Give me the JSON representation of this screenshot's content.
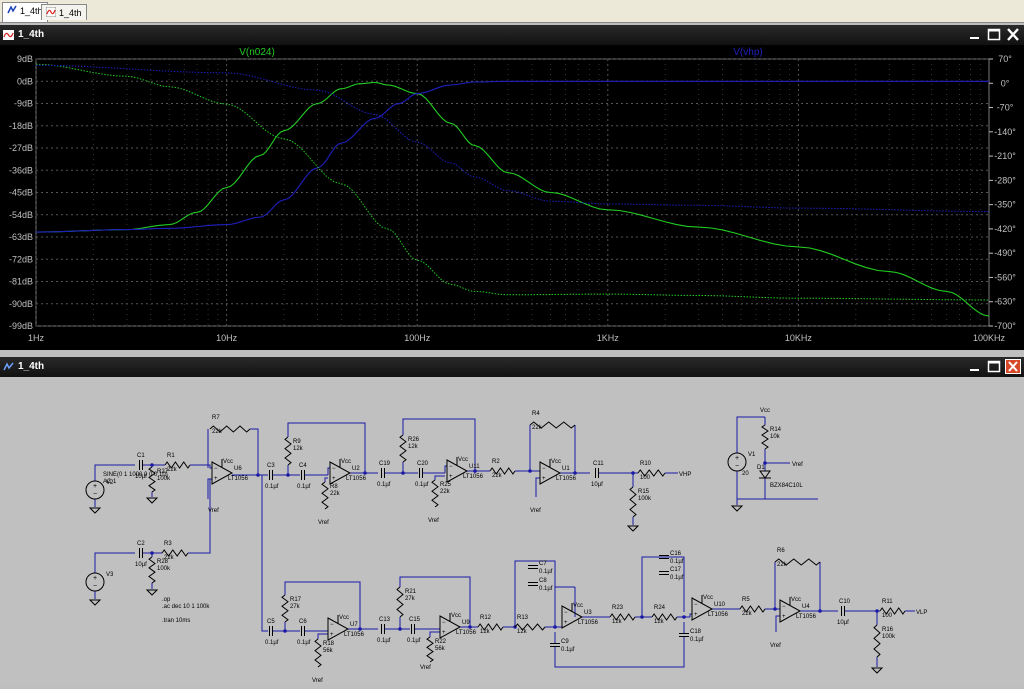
{
  "tabs": [
    {
      "label": "1_4th",
      "kind": "schematic"
    },
    {
      "label": "1_4th",
      "kind": "waveform"
    }
  ],
  "waveform_window": {
    "title": "1_4th",
    "trace_green_label": "V(n024)",
    "trace_blue_label": "V(vhp)",
    "colors": {
      "green": "#22cc22",
      "blue": "#1f1fbf",
      "background": "#000000",
      "grid": "#555555",
      "axis_text": "#c0c0c0"
    }
  },
  "schematic_window": {
    "title": "1_4th",
    "labels": {
      "R7": "R7",
      "R7v": "22k",
      "C1": "C1",
      "C1v": "10µf",
      "R1": "R1",
      "R1v": "22k",
      "V2": "V2",
      "V2a": "SINE(0 1 1000 0 0 0 10)",
      "V2b": "AC 1",
      "R27": "R27",
      "R27v": "100k",
      "U6": "U6",
      "U6m": "LT1056",
      "C2": "C2",
      "C2v": "10µf",
      "R3": "R3",
      "R3v": "22k",
      "V3": "V3",
      "R28": "R28",
      "R28v": "100k",
      "op": ".op",
      "ac": ".ac dec 10 1 100k",
      "tran": ".tran 10ms",
      "C3": "C3",
      "C3v": "0.1µf",
      "R9": "R9",
      "R9v": "12k",
      "C4": "C4",
      "C4v": "0.1µf",
      "U2": "U2",
      "U2m": "LT1056",
      "R8": "R8",
      "R8v": "22k",
      "C19": "C19",
      "C19v": "0.1µf",
      "C20": "C20",
      "C20v": "0.1µf",
      "R26": "R26",
      "R26v": "12k",
      "U11": "U11",
      "U11m": "LT1056",
      "R25": "R25",
      "R25v": "22k",
      "R2": "R2",
      "R2v": "22k",
      "R4": "R4",
      "R4v": "22k",
      "U1": "U1",
      "U1m": "LT1056",
      "C11": "C11",
      "C11v": "10µf",
      "R10": "R10",
      "R10v": "100",
      "VHP": "VHP",
      "R15": "R15",
      "R15v": "100k",
      "Vcc": "Vcc",
      "Vref": "Vref",
      "R14": "R14",
      "R14v": "10k",
      "V1": "V1",
      "V1v": "20",
      "D1": "D1",
      "D1m": "BZX84C10L",
      "C5": "C5",
      "C5v": "0.1µf",
      "R17": "R17",
      "R17v": "27k",
      "C6": "C6",
      "C6v": "0.1µf",
      "U7": "U7",
      "U7m": "LT1056",
      "R18": "R18",
      "R18v": "56k",
      "C13": "C13",
      "C13v": "0.1µf",
      "R21": "R21",
      "R21v": "27k",
      "C15": "C15",
      "C15v": "0.1µf",
      "U9": "U9",
      "U9m": "LT1056",
      "R22": "R22",
      "R22v": "56k",
      "R12": "R12",
      "R12v": "12k",
      "C7": "C7",
      "C7v": "0.1µf",
      "C8": "C8",
      "C8v": "0.1µf",
      "R13": "R13",
      "R13v": "12k",
      "U3": "U3",
      "U3m": "LT1056",
      "C9": "C9",
      "C9v": "0.1µf",
      "C16": "C16",
      "C16v": "0.1µf",
      "C17": "C17",
      "C17v": "0.1µf",
      "R23": "R23",
      "R23v": "12k",
      "R24": "R24",
      "R24v": "12k",
      "C18": "C18",
      "C18v": "0.1µf",
      "U10": "U10",
      "U10m": "LT1056",
      "R5": "R5",
      "R5v": "22k",
      "R6": "R6",
      "R6v": "22k",
      "U4": "U4",
      "U4m": "LT1056",
      "C10": "C10",
      "C10v": "10µf",
      "R11": "R11",
      "R11v": "100",
      "VLP": "VLP",
      "R16": "R16",
      "R16v": "100k"
    }
  },
  "chart_data": {
    "type": "line",
    "x_scale": "log",
    "xlim": [
      1,
      100000
    ],
    "x_ticks": [
      "1Hz",
      "10Hz",
      "100Hz",
      "1KHz",
      "10KHz",
      "100KHz"
    ],
    "y_left_ticks": [
      "9dB",
      "0dB",
      "-9dB",
      "-18dB",
      "-27dB",
      "-36dB",
      "-45dB",
      "-54dB",
      "-63dB",
      "-72dB",
      "-81dB",
      "-90dB",
      "-99dB"
    ],
    "y_right_ticks": [
      "70°",
      "0°",
      "-70°",
      "-140°",
      "-210°",
      "-280°",
      "-350°",
      "-420°",
      "-490°",
      "-560°",
      "-630°",
      "-700°"
    ],
    "ylim_left_db": [
      -99,
      9
    ],
    "ylim_right_deg": [
      -700,
      70
    ],
    "grid": true,
    "series": [
      {
        "name": "V(n024)",
        "color": "#22cc22",
        "style": "solid",
        "axis": "left",
        "points": [
          [
            1,
            -61
          ],
          [
            3,
            -60
          ],
          [
            5,
            -58
          ],
          [
            7,
            -53
          ],
          [
            10,
            -43
          ],
          [
            15,
            -30
          ],
          [
            20,
            -20
          ],
          [
            30,
            -9
          ],
          [
            40,
            -3
          ],
          [
            50,
            -1
          ],
          [
            60,
            -0.5
          ],
          [
            70,
            -1.5
          ],
          [
            100,
            -5
          ],
          [
            150,
            -17
          ],
          [
            200,
            -26
          ],
          [
            300,
            -37
          ],
          [
            500,
            -45
          ],
          [
            1000,
            -52
          ],
          [
            3000,
            -59
          ],
          [
            10000,
            -67
          ],
          [
            30000,
            -77
          ],
          [
            60000,
            -85
          ],
          [
            100000,
            -95
          ]
        ]
      },
      {
        "name": "V(vhp)",
        "color": "#1f1fbf",
        "style": "solid",
        "axis": "left",
        "points": [
          [
            1,
            -61
          ],
          [
            3,
            -60
          ],
          [
            5,
            -59.5
          ],
          [
            10,
            -58
          ],
          [
            15,
            -55
          ],
          [
            20,
            -48
          ],
          [
            30,
            -35
          ],
          [
            40,
            -25
          ],
          [
            60,
            -15
          ],
          [
            80,
            -9
          ],
          [
            100,
            -5
          ],
          [
            150,
            -1.5
          ],
          [
            200,
            -0.3
          ],
          [
            300,
            0
          ],
          [
            1000,
            0
          ],
          [
            100000,
            0
          ]
        ]
      },
      {
        "name": "",
        "color": "#22cc22",
        "style": "dotted",
        "axis": "right",
        "points": [
          [
            1,
            55
          ],
          [
            3,
            20
          ],
          [
            5,
            -10
          ],
          [
            10,
            -60
          ],
          [
            20,
            -160
          ],
          [
            40,
            -290
          ],
          [
            70,
            -420
          ],
          [
            100,
            -510
          ],
          [
            150,
            -580
          ],
          [
            200,
            -600
          ],
          [
            300,
            -610
          ],
          [
            1000,
            -608
          ],
          [
            3000,
            -612
          ],
          [
            10000,
            -620
          ],
          [
            100000,
            -625
          ]
        ]
      },
      {
        "name": "",
        "color": "#1f1fbf",
        "style": "dotted",
        "axis": "right",
        "points": [
          [
            1,
            52
          ],
          [
            10,
            30
          ],
          [
            30,
            -20
          ],
          [
            60,
            -90
          ],
          [
            100,
            -170
          ],
          [
            150,
            -230
          ],
          [
            200,
            -270
          ],
          [
            300,
            -310
          ],
          [
            500,
            -340
          ],
          [
            1000,
            -348
          ],
          [
            3000,
            -352
          ],
          [
            10000,
            -360
          ],
          [
            100000,
            -370
          ]
        ]
      }
    ]
  }
}
